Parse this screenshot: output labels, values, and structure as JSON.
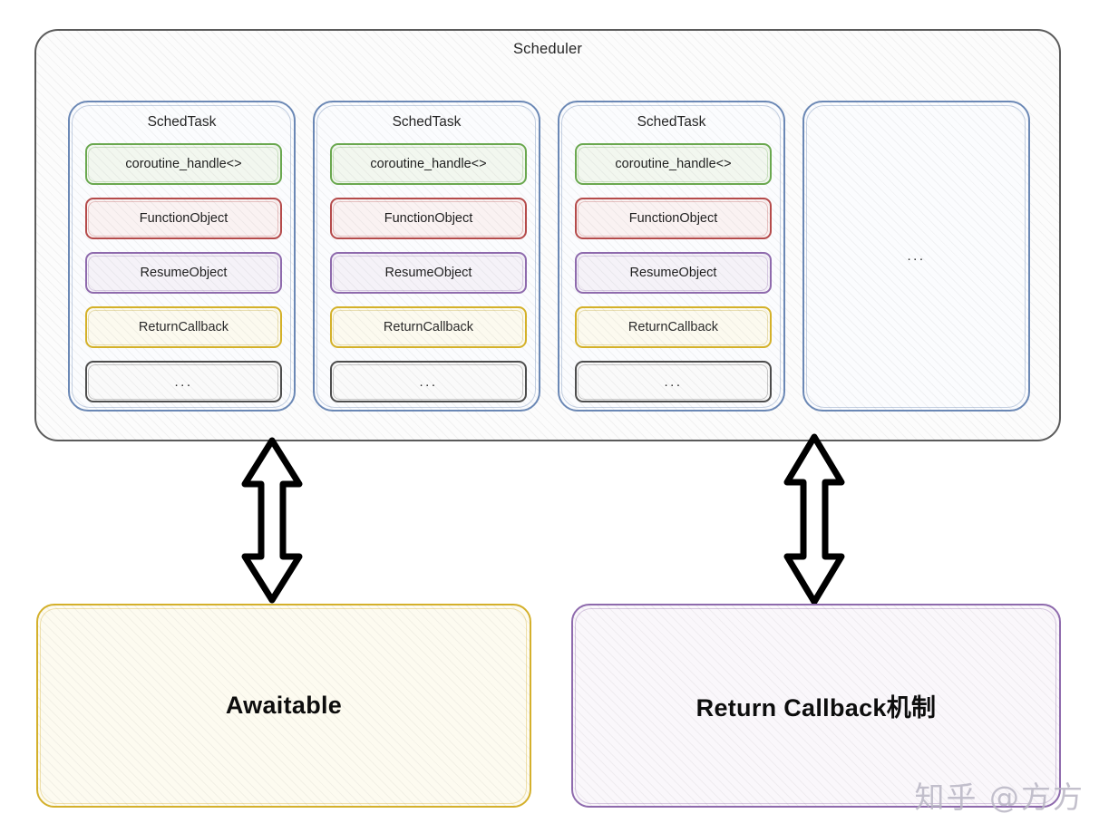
{
  "diagram": {
    "title": "Scheduler",
    "watermark": "知乎 @方方",
    "colors": {
      "scheduler_border": "#5b5b5b",
      "task_border": "#6b88b5",
      "coroutine_handle": "#6aa84f",
      "function_object": "#b54b4b",
      "resume_object": "#8e6aad",
      "return_callback": "#d4b129",
      "more": "#4d4d4d",
      "awaitable": "#d4b02b",
      "return_callback_box": "#8e6aad"
    }
  },
  "tasks": [
    {
      "title": "SchedTask",
      "fields": [
        {
          "label": "coroutine_handle<>"
        },
        {
          "label": "FunctionObject"
        },
        {
          "label": "ResumeObject"
        },
        {
          "label": "ReturnCallback"
        },
        {
          "label": "..."
        }
      ]
    },
    {
      "title": "SchedTask",
      "fields": [
        {
          "label": "coroutine_handle<>"
        },
        {
          "label": "FunctionObject"
        },
        {
          "label": "ResumeObject"
        },
        {
          "label": "ReturnCallback"
        },
        {
          "label": "..."
        }
      ]
    },
    {
      "title": "SchedTask",
      "fields": [
        {
          "label": "coroutine_handle<>"
        },
        {
          "label": "FunctionObject"
        },
        {
          "label": "ResumeObject"
        },
        {
          "label": "ReturnCallback"
        },
        {
          "label": "..."
        }
      ]
    }
  ],
  "overflow_task": {
    "label": "..."
  },
  "bottom": {
    "awaitable": {
      "label": "Awaitable"
    },
    "return_callback": {
      "label": "Return Callback机制"
    }
  },
  "arrows": [
    {
      "name": "awaitable-link",
      "direction": "bidirectional"
    },
    {
      "name": "return-callback-link",
      "direction": "bidirectional"
    }
  ]
}
